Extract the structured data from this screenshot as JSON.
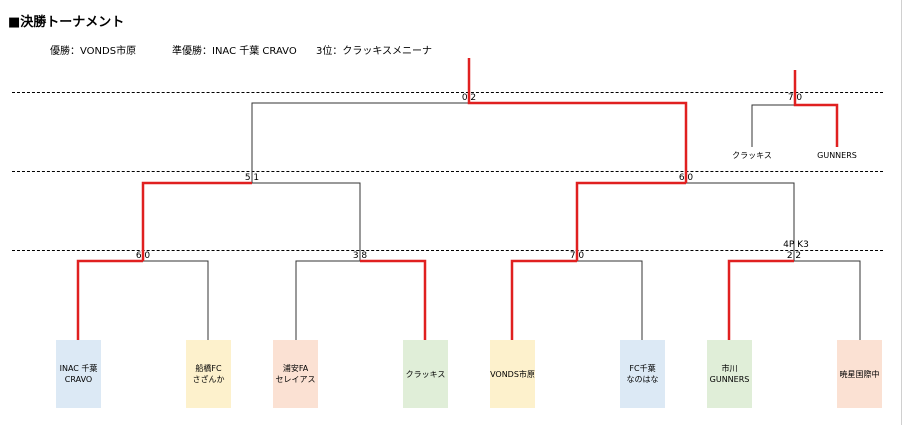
{
  "title": "■決勝トーナメント",
  "results": {
    "winner": "優勝：VONDS市原",
    "runner_up": "準優勝：INAC 千葉 CRAVO",
    "third": "3位：クラッキスメニーナ"
  },
  "colors": {
    "winner_line": "#e02020",
    "loser_line": "#333333",
    "blue": "#dce9f5",
    "yellow": "#fdf1cc",
    "peach": "#fbe1d3",
    "green": "#e0eed8"
  },
  "teams": [
    {
      "name": "INAC 千葉\nCRAVO",
      "color": "blue"
    },
    {
      "name": "船橋FC\nさざんか",
      "color": "yellow"
    },
    {
      "name": "浦安FA\nセレイアス",
      "color": "peach"
    },
    {
      "name": "クラッキス",
      "color": "green"
    },
    {
      "name": "VONDS市原",
      "color": "yellow"
    },
    {
      "name": "FC千葉\nなのはな",
      "color": "blue"
    },
    {
      "name": "市川\nGUNNERS",
      "color": "green"
    },
    {
      "name": "暁星国際中",
      "color": "peach"
    }
  ],
  "scores": {
    "qf1": "6 0",
    "qf2": "3 8",
    "qf3": "7 0",
    "qf4": "2 2",
    "qf4_pk": "4P K3",
    "sf1": "5 1",
    "sf2": "6 0",
    "final": "0 2",
    "third_place": "7 0"
  },
  "third_place_teams": [
    "クラッキス",
    "GUNNERS"
  ]
}
